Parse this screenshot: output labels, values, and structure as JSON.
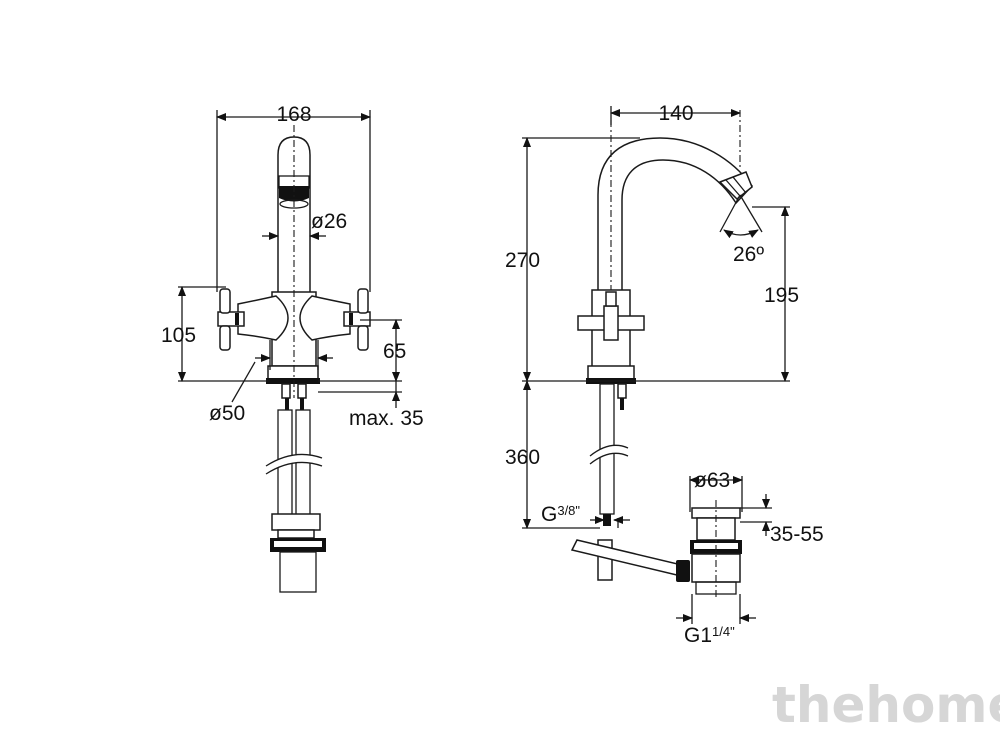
{
  "front_view": {
    "width": "168",
    "spout_diameter": "ø26",
    "handle_height": "105",
    "outlet_height": "65",
    "base_diameter": "ø50",
    "max_deck": "max. 35"
  },
  "side_view": {
    "reach": "140",
    "total_height": "270",
    "spout_clearance": "195",
    "angle": "26º",
    "hose_length": "360",
    "connection_main": "G",
    "connection_sup": "3/8\"",
    "waste_diameter": "ø63",
    "waste_range": "35-55",
    "waste_thread_main": "G1",
    "waste_thread_sup": "1/4\""
  },
  "watermark": "thehome"
}
